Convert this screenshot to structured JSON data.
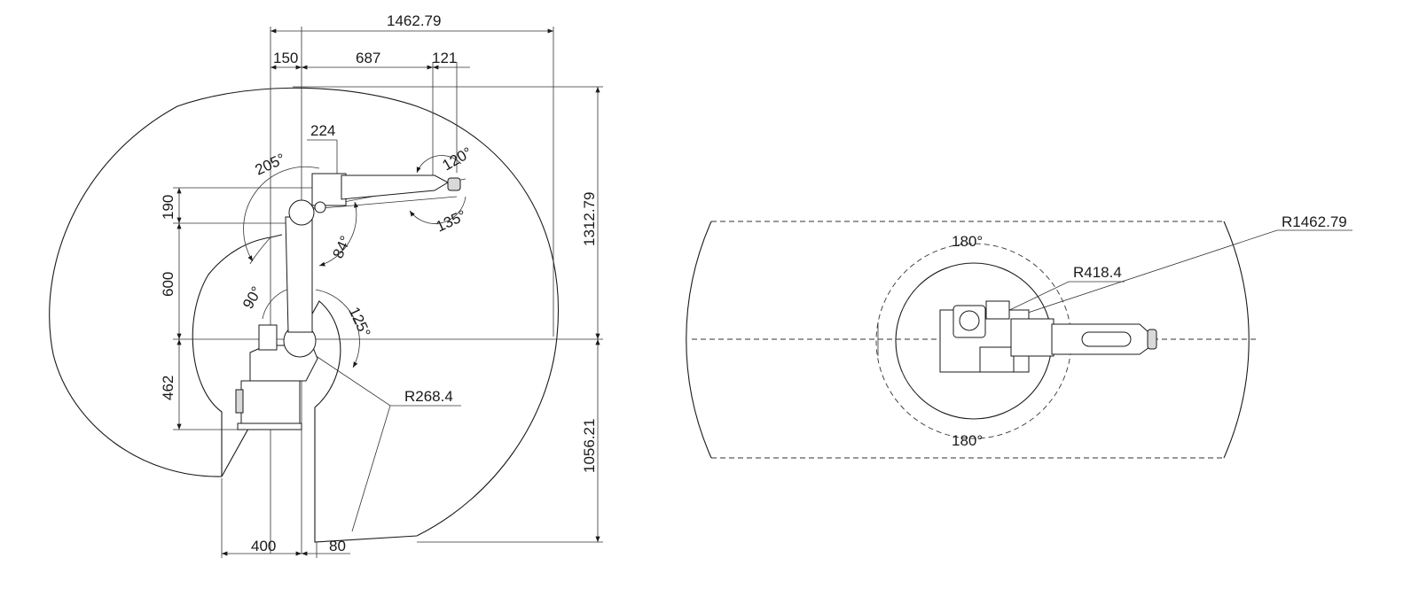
{
  "side_view": {
    "dims": {
      "total_reach": "1462.79",
      "base_offset": "150",
      "arm_length": "687",
      "wrist_offset": "121",
      "upper_offset": "224",
      "forearm_height": "190",
      "lower_arm": "600",
      "base_height": "462",
      "max_height": "1312.79",
      "min_depth": "1056.21",
      "rear_width": "400",
      "rear_gap": "80",
      "inner_radius": "R268.4"
    },
    "angles": {
      "j4": "205°",
      "j6_up": "120°",
      "j6_down": "135°",
      "j3": "84°",
      "j2_back": "90°",
      "j2_front": "125°"
    }
  },
  "top_view": {
    "outer_radius": "R1462.79",
    "inner_radius": "R418.4",
    "angle_top": "180°",
    "angle_bottom": "180°"
  }
}
